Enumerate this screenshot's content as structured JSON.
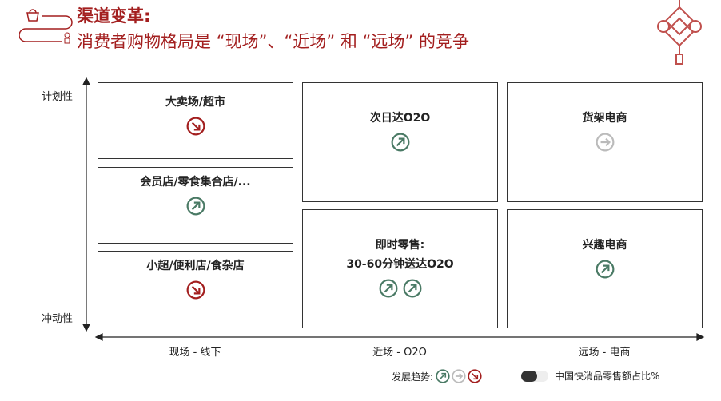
{
  "header": {
    "title": "渠道变革:",
    "subtitle": "消费者购物格局是 “现场”、“近场” 和 “远场” 的竞争"
  },
  "y_axis": {
    "top": "计划性",
    "bottom": "冲动性"
  },
  "x_axis": [
    "现场 - 线下",
    "近场 - O2O",
    "远场 - 电商"
  ],
  "cells": [
    {
      "label": "大卖场/超市",
      "trends": [
        "down"
      ]
    },
    {
      "label": "会员店/零食集合店/...",
      "trends": [
        "up"
      ]
    },
    {
      "label": "小超/便利店/食杂店",
      "trends": [
        "down"
      ]
    },
    {
      "label": "次日达O2O",
      "trends": [
        "up"
      ]
    },
    {
      "label": "即时零售:",
      "label2": "30-60分钟送达O2O",
      "trends": [
        "up",
        "up"
      ]
    },
    {
      "label": "货架电商",
      "trends": [
        "flat"
      ]
    },
    {
      "label": "兴趣电商",
      "trends": [
        "up"
      ]
    }
  ],
  "legend": {
    "trend_label": "发展趋势:",
    "share_label": "中国快消品零售额占比%"
  },
  "colors": {
    "up": "#4a7a65",
    "flat": "#bbbbbb",
    "down": "#a31f1f",
    "accent": "#a31f1f"
  }
}
